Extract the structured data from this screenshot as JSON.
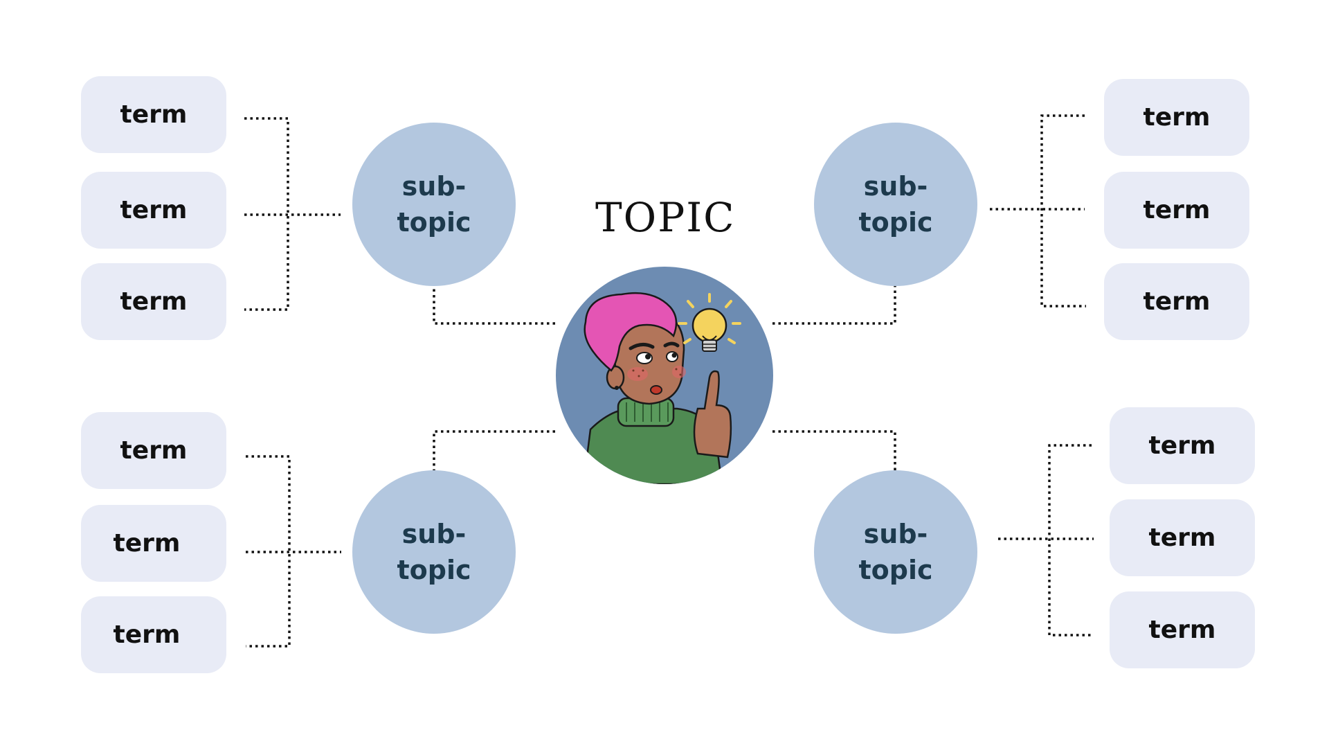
{
  "title": "TOPIC",
  "subtopics": [
    {
      "line1": "sub-",
      "line2": "topic"
    },
    {
      "line1": "sub-",
      "line2": "topic"
    },
    {
      "line1": "sub-",
      "line2": "topic"
    },
    {
      "line1": "sub-",
      "line2": "topic"
    }
  ],
  "terms": {
    "top_left": [
      "term",
      "term",
      "term"
    ],
    "top_right": [
      "term",
      "term",
      "term"
    ],
    "bottom_left": [
      "term",
      "term",
      "term"
    ],
    "bottom_right": [
      "term",
      "term",
      "term"
    ]
  },
  "colors": {
    "term_bg": "#e8ebf6",
    "subtopic_bg": "#b3c7df",
    "subtopic_text": "#1d3a4d",
    "center_bg": "#6d8cb2",
    "connector": "#111111"
  },
  "center_image": "person-with-lightbulb-illustration"
}
